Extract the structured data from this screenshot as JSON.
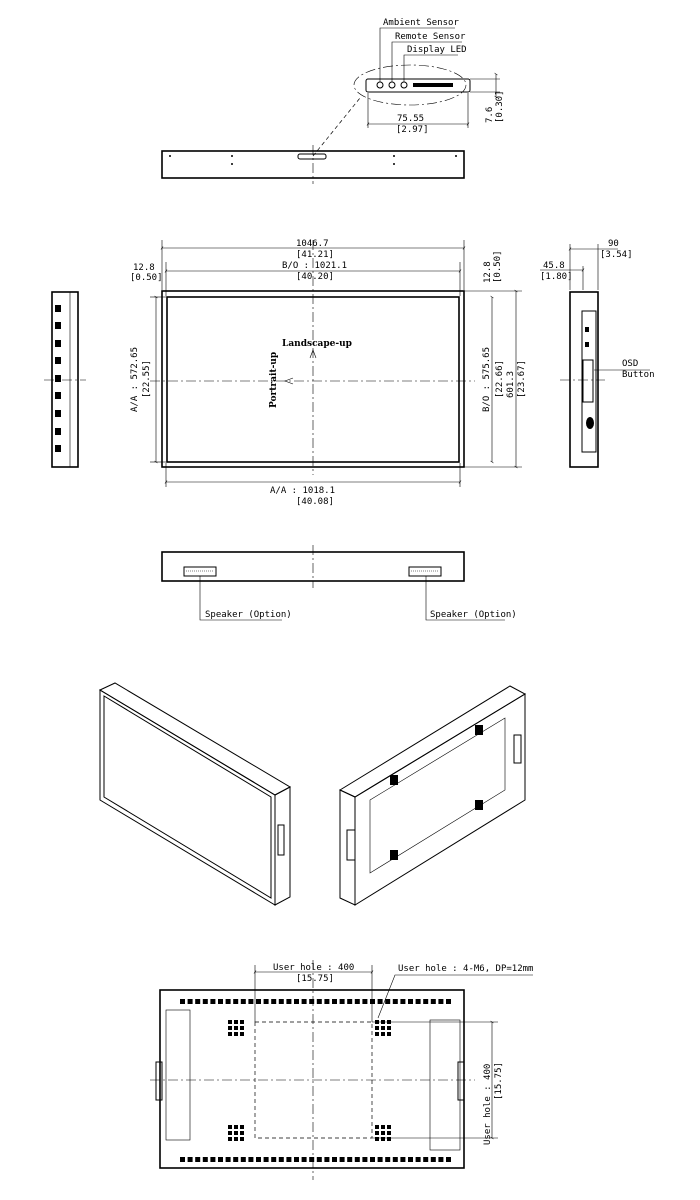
{
  "top_detail": {
    "ambient_sensor": "Ambient Sensor",
    "remote_sensor": "Remote Sensor",
    "display_led": "Display LED",
    "width_mm": "75.55",
    "width_in": "[2.97]",
    "height_mm": "7.6",
    "height_in": "[0.30]"
  },
  "front_view": {
    "overall_width_mm": "1046.7",
    "overall_width_in": "[41.21]",
    "bo_width_mm": "B/O : 1021.1",
    "bo_width_in": "[40.20]",
    "bezel_left_mm": "12.8",
    "bezel_left_in": "[0.50]",
    "bezel_top_mm": "12.8",
    "bezel_top_in": "[0.50]",
    "aa_height_mm": "A/A : 572.65",
    "aa_height_in": "[22.55]",
    "bo_height_mm": "B/O : 575.65",
    "bo_height_in": "[22.66]",
    "overall_height_mm": "601.3",
    "overall_height_in": "[23.67]",
    "aa_width_mm": "A/A : 1018.1",
    "aa_width_in": "[40.08]",
    "landscape_label": "Landscape-up",
    "portrait_label": "Portrait-up"
  },
  "side_view": {
    "depth_mm": "90",
    "depth_in": "[3.54]",
    "depth2_mm": "45.8",
    "depth2_in": "[1.80]",
    "osd_label_1": "OSD",
    "osd_label_2": "Button"
  },
  "bottom_view": {
    "speaker_left": "Speaker (Option)",
    "speaker_right": "Speaker (Option)"
  },
  "rear_view": {
    "user_hole_h": "User hole : 400",
    "user_hole_h_in": "[15.75]",
    "user_hole_spec": "User hole : 4-M6, DP=12mm",
    "user_hole_v": "User hole : 400",
    "user_hole_v_in": "[15.75]"
  }
}
